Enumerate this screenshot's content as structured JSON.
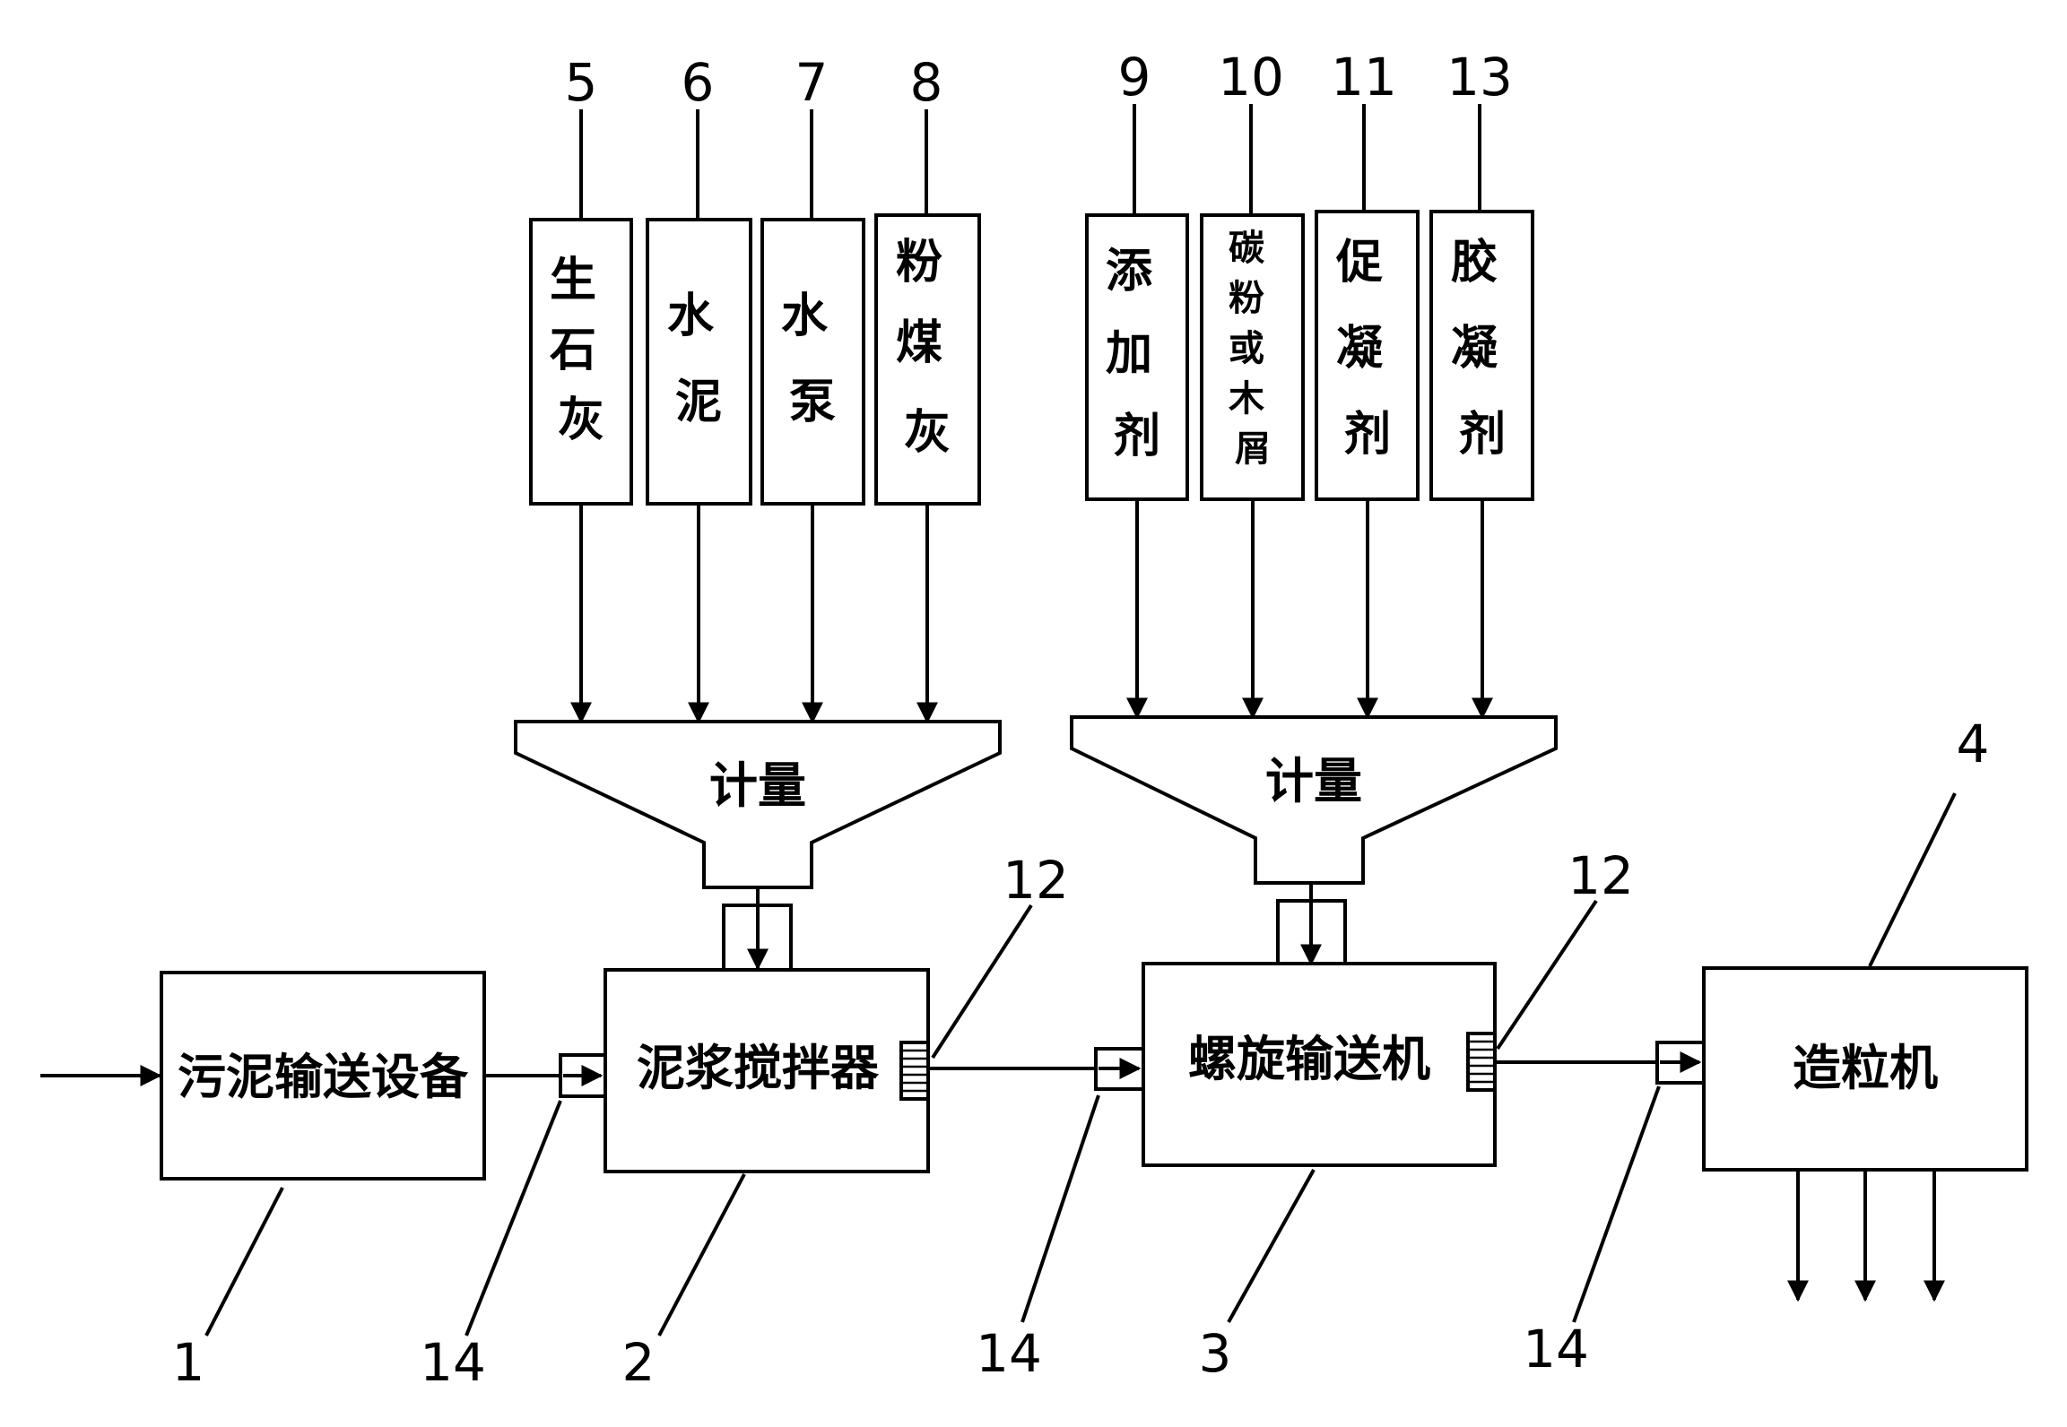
{
  "numbers": {
    "n1": "1",
    "n2": "2",
    "n3": "3",
    "n4": "4",
    "n5": "5",
    "n6": "6",
    "n7": "7",
    "n8": "8",
    "n9": "9",
    "n10": "10",
    "n11": "11",
    "n13": "13",
    "n12": "12",
    "n14": "14"
  },
  "materials": [
    {
      "label": "生石灰"
    },
    {
      "label": "水泥"
    },
    {
      "label": "水泵"
    },
    {
      "label": "粉煤灰"
    },
    {
      "label": "添加剂"
    },
    {
      "label": "碳粉或木屑"
    },
    {
      "label": "促凝剂"
    },
    {
      "label": "胶凝剂"
    }
  ],
  "hoppers": {
    "left": "计量",
    "right": "计量"
  },
  "equipment": {
    "sludge_conveyor": "污泥输送设备",
    "slurry_mixer": "泥浆搅拌器",
    "screw_conveyor": "螺旋输送机",
    "granulator": "造粒机"
  }
}
